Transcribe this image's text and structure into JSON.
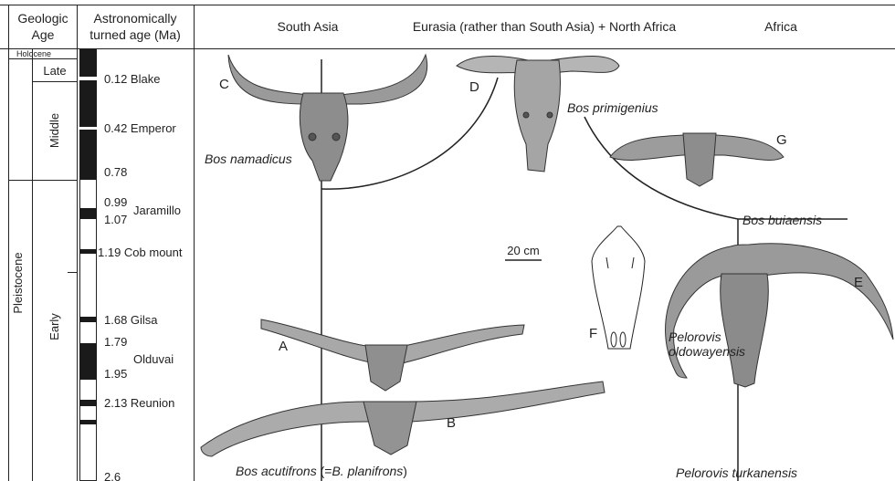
{
  "header": {
    "geologic_age": [
      "Geologic",
      "Age"
    ],
    "astro_age": [
      "Astronomically",
      "turned age (Ma)"
    ],
    "south_asia": "South Asia",
    "eurasia": "Eurasia (rather than South Asia) + North Africa",
    "africa": "Africa"
  },
  "periods": {
    "epoch_holocene": "Holocene",
    "epoch_pleistocene": "Pleistocene",
    "late": "Late",
    "middle": "Middle",
    "early": "Early"
  },
  "timescale": {
    "t012": "0.12 Blake",
    "t042": "0.42 Emperor",
    "t078": "0.78",
    "t099": "0.99",
    "jaramillo": "Jaramillo",
    "t107": "1.07",
    "t119": "1.19 Cob mount",
    "t168": "1.68 Gilsa",
    "t179": "1.79",
    "olduvai": "Olduvai",
    "t195": "1.95",
    "t213": "2.13 Reunion",
    "t26": "2.6"
  },
  "specimens": {
    "A": "A",
    "B": "B",
    "C": "C",
    "D": "D",
    "E": "E",
    "F": "F",
    "G": "G"
  },
  "taxa": {
    "bos_namadicus": "Bos namadicus",
    "bos_primigenius": "Bos primigenius",
    "bos_buiaensis": "Bos buiaensis",
    "pelorovis_oldowayensis_1": "Pelorovis",
    "pelorovis_oldowayensis_2": "oldowayensis",
    "bos_acutifrons_1": "Bos acutifrons",
    "bos_acutifrons_2": " (=",
    "bos_acutifrons_3": "B. planifrons",
    "bos_acutifrons_4": ")",
    "pelorovis_turkanensis": "Pelorovis turkanensis"
  },
  "scale_bar": "20 cm"
}
